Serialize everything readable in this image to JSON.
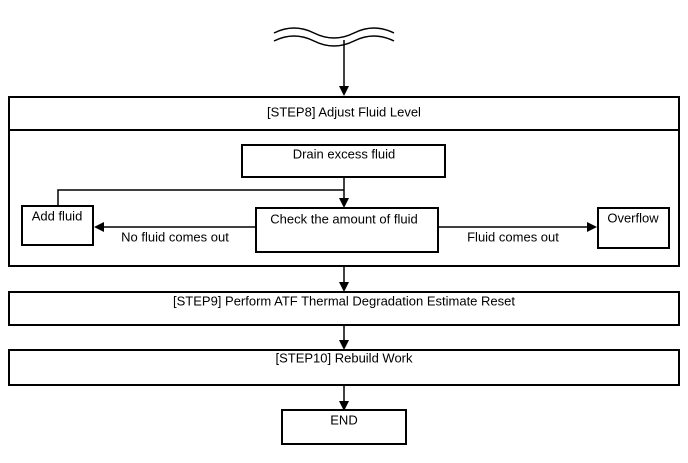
{
  "flowchart": {
    "step8": {
      "title": "[STEP8] Adjust Fluid Level"
    },
    "drain": {
      "label": "Drain excess fluid"
    },
    "check": {
      "label": "Check the amount of fluid"
    },
    "add": {
      "label": "Add fluid"
    },
    "overflow": {
      "label": "Overflow"
    },
    "no_fluid": {
      "label": "No fluid comes out"
    },
    "fluid_out": {
      "label": "Fluid comes out"
    },
    "step9": {
      "label": "[STEP9] Perform ATF Thermal Degradation Estimate Reset"
    },
    "step10": {
      "label": "[STEP10] Rebuild Work"
    },
    "end": {
      "label": "END"
    }
  }
}
